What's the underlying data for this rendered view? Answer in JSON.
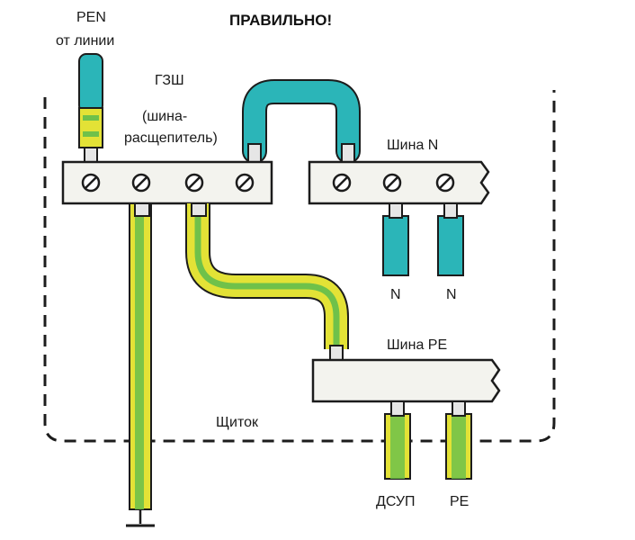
{
  "title": "ПРАВИЛЬНО!",
  "labels": {
    "pen_line_1": "PEN",
    "pen_line_2": "от линии",
    "gzsh": "ГЗШ",
    "splitter_1": "(шина-",
    "splitter_2": "расщепитель)",
    "bus_n": "Шина N",
    "bus_pe": "Шина PE",
    "n_left": "N",
    "n_right": "N",
    "panel": "Щиток",
    "dsup": "ДСУП",
    "pe_out": "PE"
  },
  "colors": {
    "cyan": "#2bb5b8",
    "yellow": "#e3e236",
    "green": "#6fc14a",
    "bus_fill": "#f3f3ee",
    "line": "#1c1c1c"
  },
  "icons": {
    "terminal_screw": "screw-icon",
    "ground": "ground-icon"
  }
}
